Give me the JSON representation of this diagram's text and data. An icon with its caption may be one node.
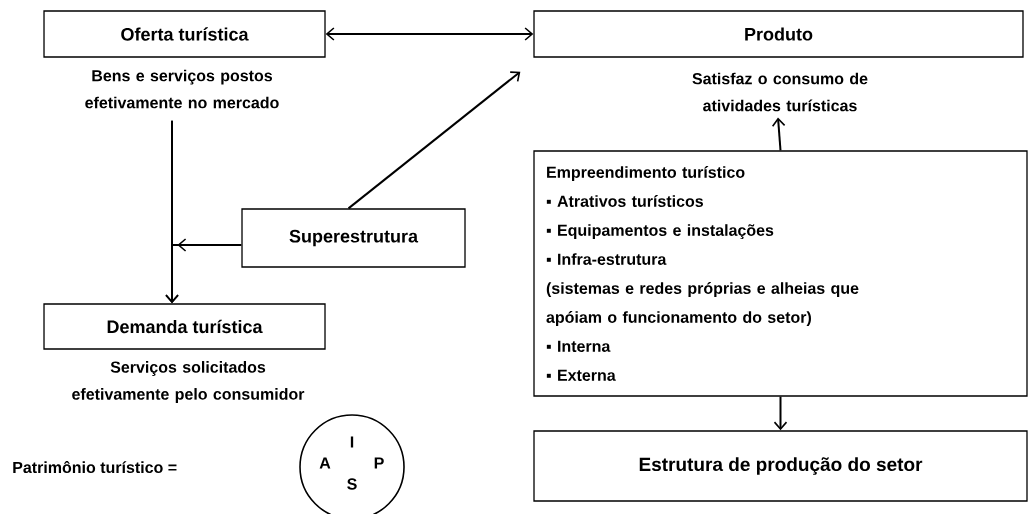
{
  "diagram": {
    "nodes": [
      {
        "text": [
          "Oferta turística"
        ],
        "beside": [
          "Bens e serviços postos efetivamente no mercado"
        ]
      },
      {
        "text": [
          "Produto"
        ],
        "beside": [
          "Satisfaz o consumo de atividades turísticas"
        ]
      },
      {
        "text": [
          "Superestrutura"
        ]
      },
      {
        "text": [
          "Demanda turística"
        ],
        "beside": [
          "Serviços solicitados efetivamente pelo consumidor"
        ]
      },
      {
        "text": [
          "Empreendimento turístico",
          "▪ Atrativos turísticos",
          "▪ Equipamentos e instalações",
          "▪ Infra-estrutura",
          "(sistemas e redes próprias e alheias que apóiam o funcionamento do setor)",
          "▪ Interna",
          "▪ Externa"
        ]
      },
      {
        "text": [
          "Estrutura de produção do setor"
        ]
      },
      {
        "text": [
          "I",
          "A",
          "P",
          "S"
        ]
      }
    ],
    "edges": [
      {
        "from": 0,
        "to": 1,
        "arrow": "both"
      },
      {
        "from": 0,
        "to": 3,
        "arrow": "to"
      },
      {
        "from": 2,
        "to": 3,
        "arrow": "to"
      },
      {
        "from": 2,
        "to": 1,
        "arrow": "to"
      },
      {
        "from": 4,
        "to": 1,
        "arrow": "to"
      },
      {
        "from": 4,
        "to": 5,
        "arrow": "to"
      }
    ],
    "labels": [
      "Patrimônio turístico ="
    ]
  }
}
